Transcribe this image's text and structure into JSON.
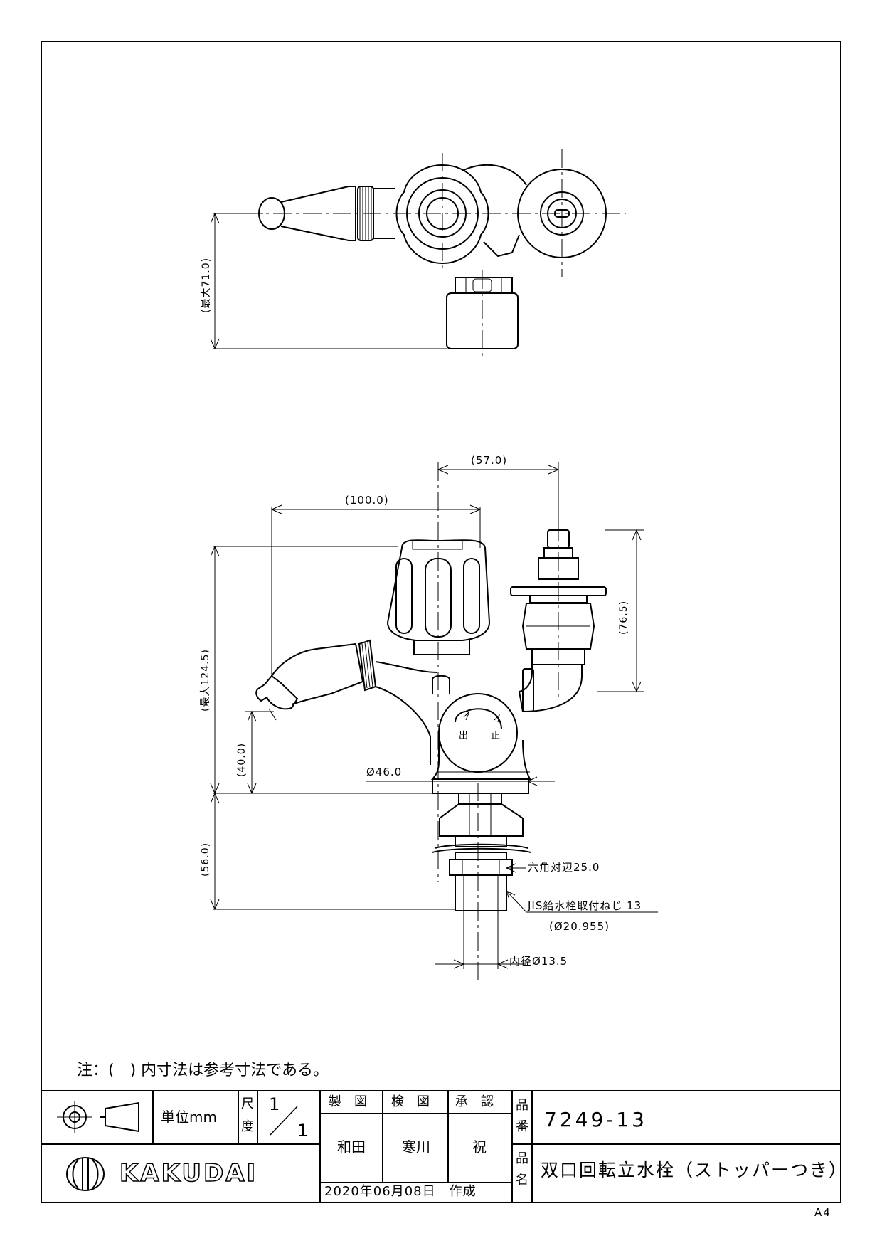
{
  "top_view": {
    "height_max": "(最大71.0)"
  },
  "front_view": {
    "width_57": "(57.0)",
    "width_100": "(100.0)",
    "height_76_5": "(76.5)",
    "height_max_124_5": "(最大124.5)",
    "height_40": "(40.0)",
    "height_56": "(56.0)",
    "diameter_46": "Ø46.0",
    "hex_across_flats": "六角対辺25.0",
    "thread_spec": "JIS給水栓取付ねじ 13",
    "thread_diameter": "(Ø20.955)",
    "inner_diameter": "内径Ø13.5",
    "mark_out": "出",
    "mark_stop": "止"
  },
  "note": "注：(　) 内寸法は参考寸法である。",
  "title_block": {
    "unit": "単位mm",
    "scale_label_1": "尺",
    "scale_label_2": "度",
    "scale_num": "1",
    "scale_den": "1",
    "drawn_label": "製　図",
    "checked_label": "検　図",
    "approved_label": "承　認",
    "drawn_by": "和田",
    "checked_by": "寒川",
    "approved_by": "祝",
    "product_no_label_1": "品",
    "product_no_label_2": "番",
    "product_no": "7249-13",
    "product_name_label_1": "品",
    "product_name_label_2": "名",
    "product_name": "双口回転立水栓（ストッパーつき）",
    "company": "KAKUDAI",
    "date": "2020年06月08日　作成",
    "paper_size": "A4"
  }
}
